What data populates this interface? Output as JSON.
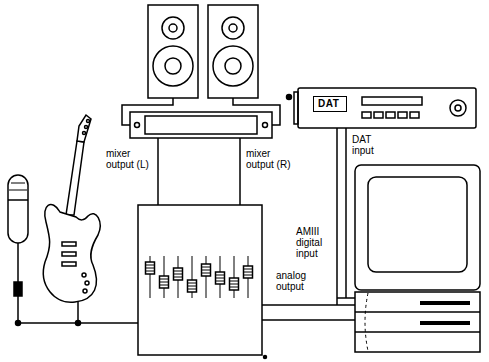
{
  "diagram": {
    "nodes": [
      {
        "text": [
          "DAT"
        ]
      }
    ],
    "labels": [
      "mixer output (L)",
      "mixer output (R)",
      "DAT input",
      "AMIII digital input",
      "analog output"
    ]
  }
}
